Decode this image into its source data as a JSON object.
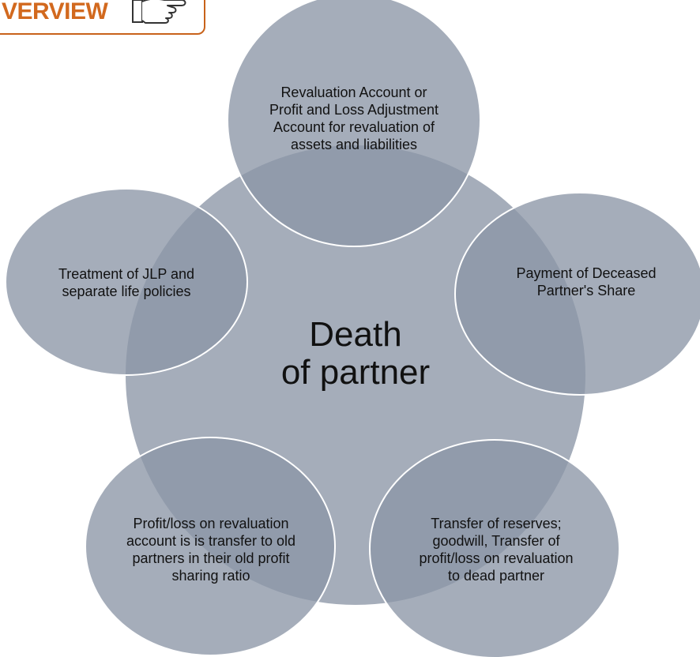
{
  "header": {
    "badge_text": "VERVIEW"
  },
  "diagram": {
    "center": {
      "line1": "Death",
      "line2": "of partner"
    },
    "nodes": {
      "top": "Revaluation Account or Profit and Loss Adjustment Account for revaluation of assets and liabilities",
      "right": "Payment of Deceased Partner's Share",
      "bottom_right": "Transfer of reserves; goodwill, Transfer of profit/loss on revaluation to dead partner",
      "bottom_left": "Profit/loss on revaluation account is is transfer to old partners in their old profit sharing ratio",
      "left": "Treatment of JLP and separate life policies"
    },
    "colors": {
      "fill": "#8c96a6",
      "stroke": "#ffffff",
      "badge_border": "#c8621a",
      "badge_text": "#d2691e"
    }
  }
}
